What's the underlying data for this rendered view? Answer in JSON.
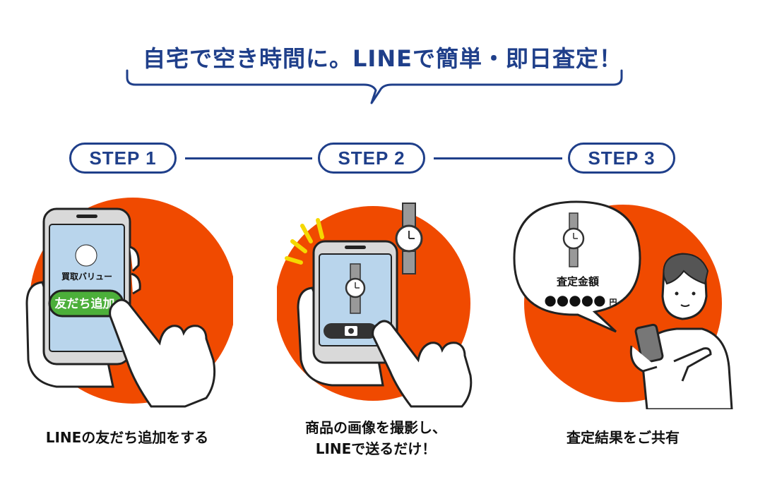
{
  "headline": "自宅で空き時間に。LINEで簡単・即日査定！",
  "steps": [
    {
      "label": "STEP 1",
      "caption": "LINEの友だち追加をする",
      "screen_name": "買取バリュー",
      "screen_button": "友だち追加"
    },
    {
      "label": "STEP 2",
      "caption_line1": "商品の画像を撮影し、",
      "caption_line2": "LINEで送るだけ！"
    },
    {
      "label": "STEP 3",
      "caption": "査定結果をご共有",
      "bubble_title": "査定金額",
      "bubble_price": "●●●●●",
      "bubble_unit": "円"
    }
  ],
  "colors": {
    "navy": "#1f3f8a",
    "orange": "#f04a00",
    "screen_blue": "#b9d5ec",
    "line_green": "#4caf3a"
  }
}
